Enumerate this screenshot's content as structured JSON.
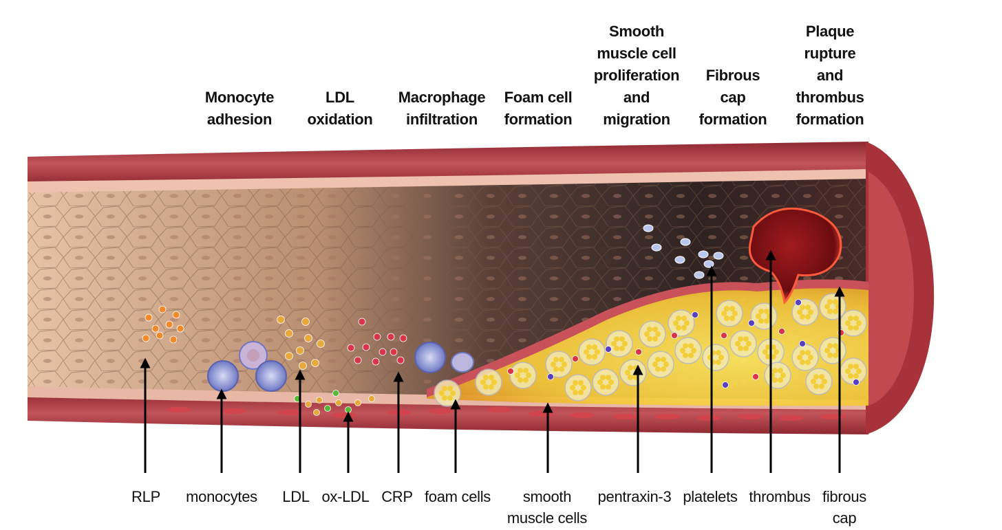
{
  "stages": [
    {
      "id": "monocyte-adhesion",
      "label": "Monocyte\nadhesion"
    },
    {
      "id": "ldl-oxidation",
      "label": "LDL\noxidation"
    },
    {
      "id": "macrophage-infiltration",
      "label": "Macrophage\ninfiltration"
    },
    {
      "id": "foam-cell-formation",
      "label": "Foam cell\nformation"
    },
    {
      "id": "smc-proliferation",
      "label": "Smooth\nmuscle cell\nproliferation\nand\nmigration"
    },
    {
      "id": "fibrous-cap-formation",
      "label": "Fibrous\ncap\nformation"
    },
    {
      "id": "plaque-rupture",
      "label": "Plaque\nrupture\nand\nthrombus\nformation"
    }
  ],
  "components": [
    {
      "id": "rlp",
      "label": "RLP"
    },
    {
      "id": "monocytes",
      "label": "monocytes"
    },
    {
      "id": "ldl",
      "label": "LDL"
    },
    {
      "id": "ox-ldl",
      "label": "ox-LDL"
    },
    {
      "id": "crp",
      "label": "CRP"
    },
    {
      "id": "foam-cells",
      "label": "foam cells"
    },
    {
      "id": "smooth-muscle-cells",
      "label": "smooth\nmuscle cells"
    },
    {
      "id": "pentraxin-3",
      "label": "pentraxin-3"
    },
    {
      "id": "platelets",
      "label": "platelets"
    },
    {
      "id": "thrombus",
      "label": "thrombus"
    },
    {
      "id": "fibrous-cap",
      "label": "fibrous\ncap"
    }
  ],
  "colors": {
    "vessel_wall": "#a8323a",
    "vessel_dark": "#7e1d25",
    "lumen_cells": "#d4a88a",
    "lumen_shadow": "#3a2a26",
    "plaque_core": "#f6d94a",
    "foam_cell": "#f3e8b0",
    "monocyte": "#7f86cf",
    "ldl": "#e8a83a",
    "ox_ldl": "#56b83a",
    "crp": "#d8344a",
    "rlp": "#f08a2a",
    "pentraxin": "#5a3fc0",
    "thrombus": "#7a0f12",
    "platelet": "#b9c7ee"
  }
}
